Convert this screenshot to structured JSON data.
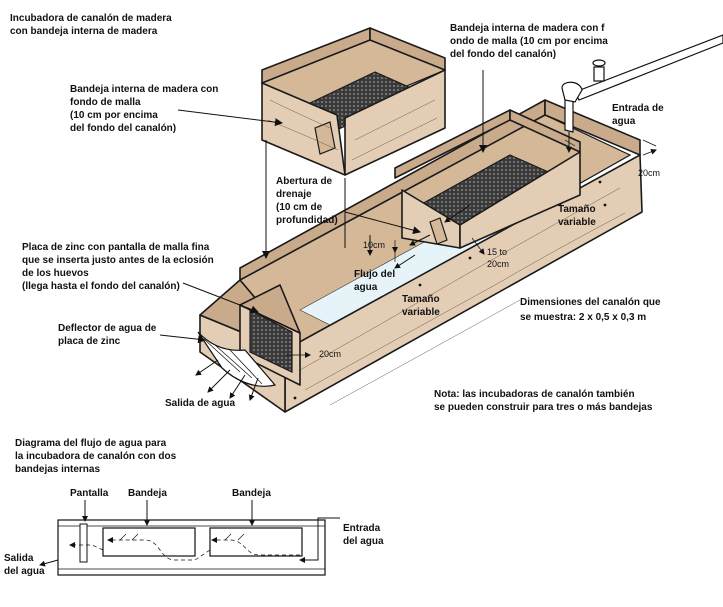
{
  "labels": {
    "title": [
      "Incubadora de canalón de madera",
      "con bandeja interna de madera"
    ],
    "tray_top_left": [
      "Bandeja interna de madera con",
      "fondo de malla",
      "(10 cm por encima",
      "del fondo del canalón)"
    ],
    "tray_top_right": [
      "Bandeja interna de madera con f",
      "ondo de malla (10 cm por encima",
      "del fondo del canalón)"
    ],
    "water_inlet": [
      "Entrada de",
      "agua"
    ],
    "drain": [
      "Abertura de",
      "drenaje",
      "(10 cm de",
      "profundidad)"
    ],
    "variable_size_right": [
      "Tamaño",
      "variable"
    ],
    "variable_size_center": [
      "Tamaño",
      "variable"
    ],
    "zinc_plate": [
      "Placa de zinc con pantalla de malla fina",
      "que se inserta justo antes de la eclosión",
      "de los huevos",
      "(llega hasta el fondo del canalón)"
    ],
    "water_flow": [
      "Flujo del",
      "agua"
    ],
    "dimensions": [
      "Dimensiones del canalón que",
      "se muestra: 2 x 0,5 x 0,3 m"
    ],
    "deflector": [
      "Deflector de agua de",
      "placa de zinc"
    ],
    "water_outlet": "Salida de agua",
    "note": [
      "Nota: las incubadoras de canalón también",
      "se pueden construir para tres o más bandejas"
    ],
    "flow_title": [
      "Diagrama del flujo de agua para",
      "la incubadora de canalón con dos",
      "bandejas internas"
    ],
    "screen": "Pantalla",
    "tray_a": "Bandeja",
    "tray_b": "Bandeja",
    "water_entry": [
      "Entrada",
      "del agua"
    ],
    "water_exit": [
      "Salida",
      "del agua"
    ]
  },
  "dims": {
    "d20_right": "20cm",
    "d10": "10cm",
    "d15_20": [
      "15 to",
      "20cm"
    ],
    "d20_front": "20cm"
  },
  "colors": {
    "wood": "#e3cdb5",
    "wood_dark": "#c9ab8b",
    "water": "#e6f4fa"
  }
}
